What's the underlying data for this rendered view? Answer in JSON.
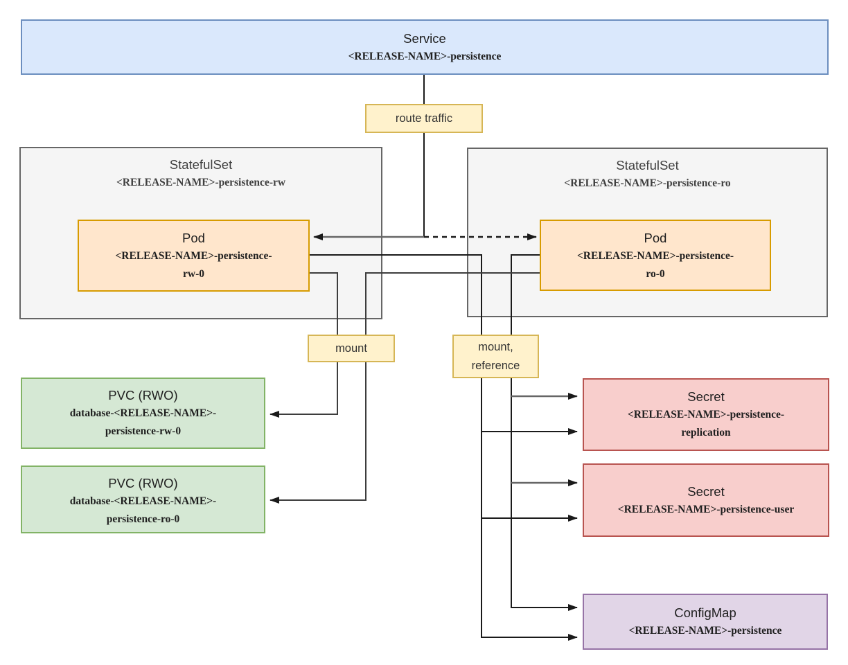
{
  "nodes": {
    "service": {
      "title": "Service",
      "name_lines": [
        "<RELEASE-NAME>-persistence"
      ]
    },
    "statefulset_rw": {
      "title": "StatefulSet",
      "name_lines": [
        "<RELEASE-NAME>-persistence-rw"
      ]
    },
    "statefulset_ro": {
      "title": "StatefulSet",
      "name_lines": [
        "<RELEASE-NAME>-persistence-ro"
      ]
    },
    "pod_rw": {
      "title": "Pod",
      "name_lines": [
        "<RELEASE-NAME>-persistence-",
        "rw-0"
      ]
    },
    "pod_ro": {
      "title": "Pod",
      "name_lines": [
        "<RELEASE-NAME>-persistence-",
        "ro-0"
      ]
    },
    "pvc_rw": {
      "title": "PVC (RWO)",
      "name_lines": [
        "database-<RELEASE-NAME>-",
        "persistence-rw-0"
      ]
    },
    "pvc_ro": {
      "title": "PVC (RWO)",
      "name_lines": [
        "database-<RELEASE-NAME>-",
        "persistence-ro-0"
      ]
    },
    "secret_replication": {
      "title": "Secret",
      "name_lines": [
        "<RELEASE-NAME>-persistence-",
        "replication"
      ]
    },
    "secret_user": {
      "title": "Secret",
      "name_lines": [
        "<RELEASE-NAME>-persistence-user"
      ]
    },
    "configmap": {
      "title": "ConfigMap",
      "name_lines": [
        "<RELEASE-NAME>-persistence"
      ]
    }
  },
  "labels": {
    "route_traffic": "route traffic",
    "mount": "mount",
    "mount_reference_line1": "mount,",
    "mount_reference_line2": "reference"
  },
  "colors": {
    "service_fill": "#dae8fc",
    "service_border": "#6c8ebf",
    "group_fill": "#f5f5f5",
    "group_border": "#666666",
    "pod_fill": "#ffe6cc",
    "pod_border": "#d79b00",
    "pvc_fill": "#d5e8d4",
    "pvc_border": "#82b366",
    "secret_fill": "#f8cecc",
    "secret_border": "#b85450",
    "configmap_fill": "#e1d5e7",
    "configmap_border": "#9673a6",
    "label_fill": "#fff2cc",
    "label_border": "#d6b656",
    "edge_color": "#1a1a1a",
    "edge_soft": "#666666"
  }
}
